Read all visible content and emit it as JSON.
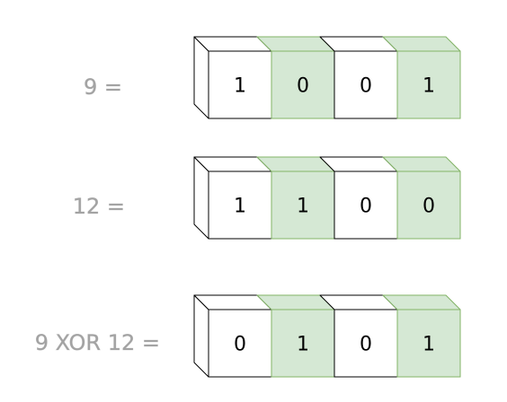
{
  "rows": [
    {
      "label": "9 =",
      "bits": [
        "1",
        "0",
        "0",
        "1"
      ]
    },
    {
      "label": "12 =",
      "bits": [
        "1",
        "1",
        "0",
        "0"
      ]
    },
    {
      "label": "9 XOR 12 =",
      "bits": [
        "0",
        "1",
        "0",
        "1"
      ]
    }
  ],
  "colors": {
    "white_cell_fill": "#ffffff",
    "white_cell_stroke": "#000000",
    "green_cell_fill": "#d5e8d4",
    "green_cell_stroke": "#82b366",
    "label_color": "#a3a3a3"
  }
}
